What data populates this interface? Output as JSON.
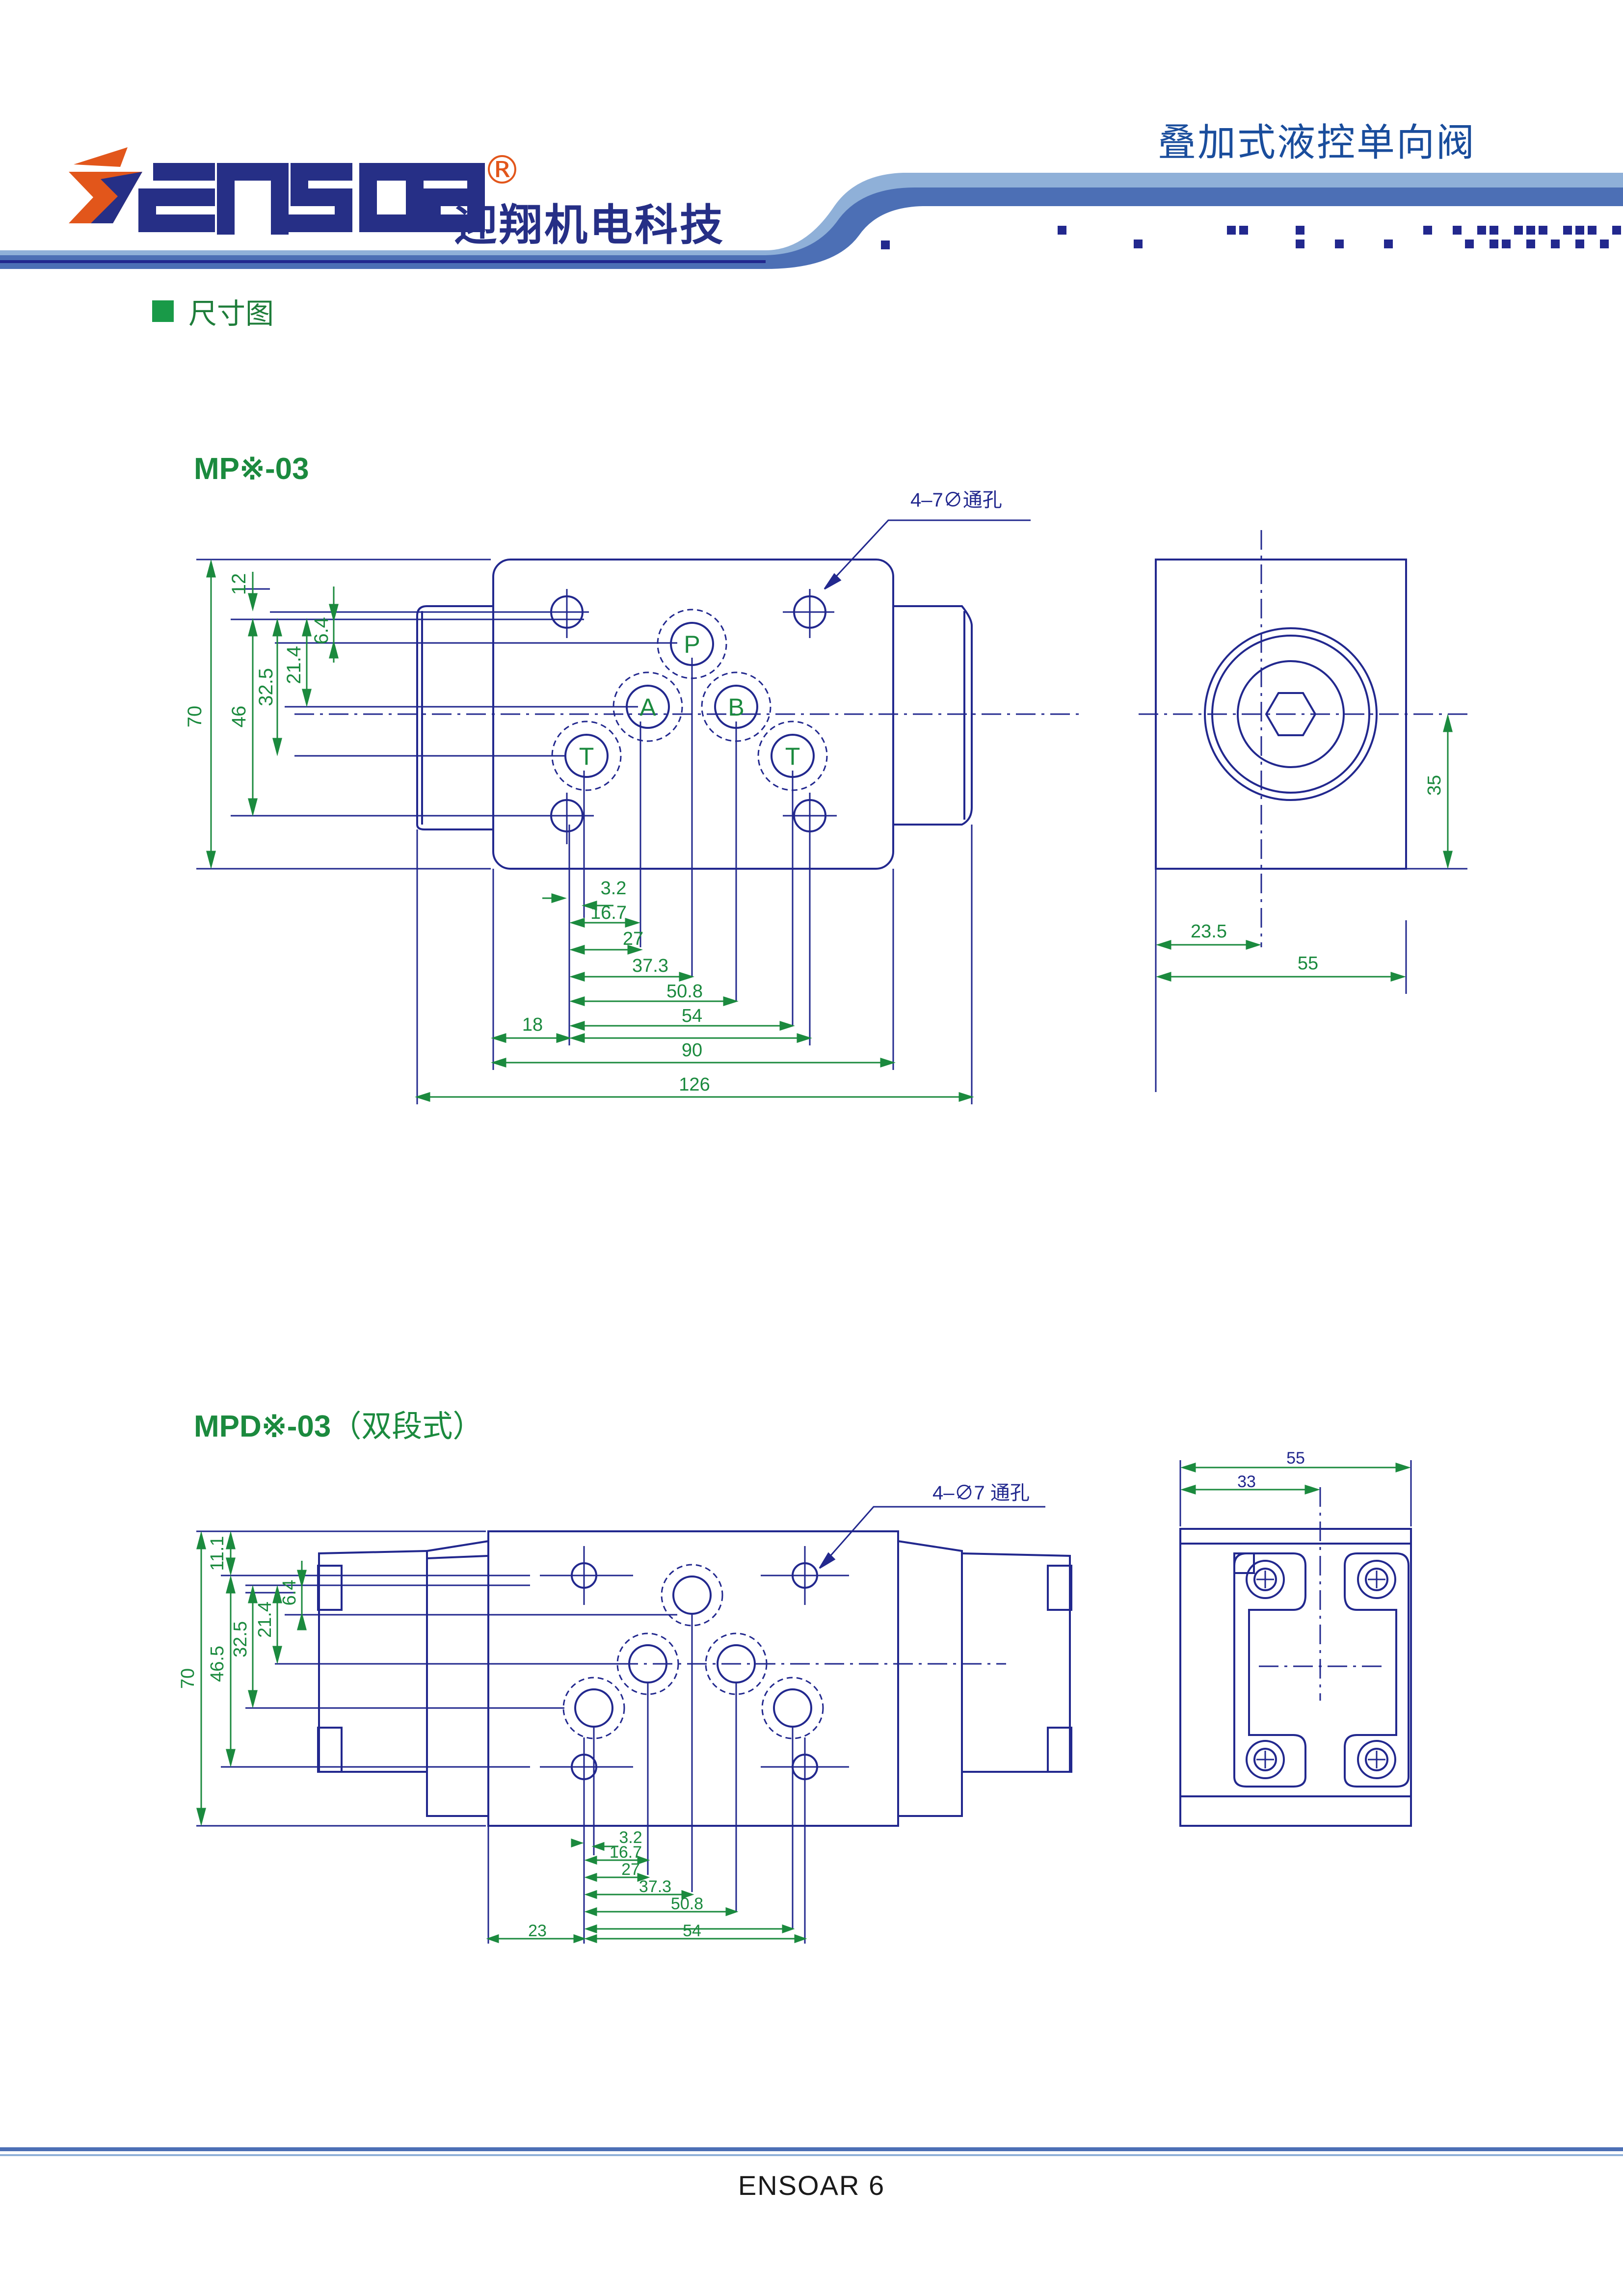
{
  "header": {
    "brand_logo_text": "ensoar",
    "brand_registered": "®",
    "brand_cn": "迎翔机电科技",
    "page_title": "叠加式液控单向阀"
  },
  "section": {
    "heading": "尺寸图"
  },
  "model1": {
    "title": "MP※-03",
    "callout": "4–7∅通孔",
    "ports": {
      "p": "P",
      "a": "A",
      "b": "B",
      "t1": "T",
      "t2": "T"
    },
    "dims_vertical": {
      "d12": "12",
      "d6_4": "6.4",
      "d21_4": "21.4",
      "d32_5": "32.5",
      "d46": "46",
      "d70": "70"
    },
    "dims_horizontal": {
      "d3_2": "3.2",
      "d16_7": "16.7",
      "d27": "27",
      "d37_3": "37.3",
      "d50_8": "50.8",
      "d54": "54",
      "d18": "18",
      "d90": "90",
      "d126": "126"
    },
    "side_dims": {
      "d35": "35",
      "d23_5": "23.5",
      "d55": "55"
    }
  },
  "model2": {
    "title": "MPD※-03",
    "mode": "（双段式）",
    "callout": "4–∅7 通孔",
    "dims_vertical": {
      "d11_1": "11.1",
      "d6_4": "6.4",
      "d21_4": "21.4",
      "d32_5": "32.5",
      "d46_5": "46.5",
      "d70": "70"
    },
    "dims_horizontal": {
      "d3_2": "3.2",
      "d16_7": "16.7",
      "d27": "27",
      "d37_3": "37.3",
      "d50_8": "50.8",
      "d54": "54",
      "d23": "23"
    },
    "top_dims": {
      "d55": "55",
      "d33": "33"
    }
  },
  "footer": {
    "text": "ENSOAR  6"
  },
  "colors": {
    "drawing_line": "#22288e",
    "dimension": "#1b8a3e",
    "brand_orange": "#e2561b",
    "brand_navy": "#262f86",
    "header_blue": "#1a4d9c"
  }
}
